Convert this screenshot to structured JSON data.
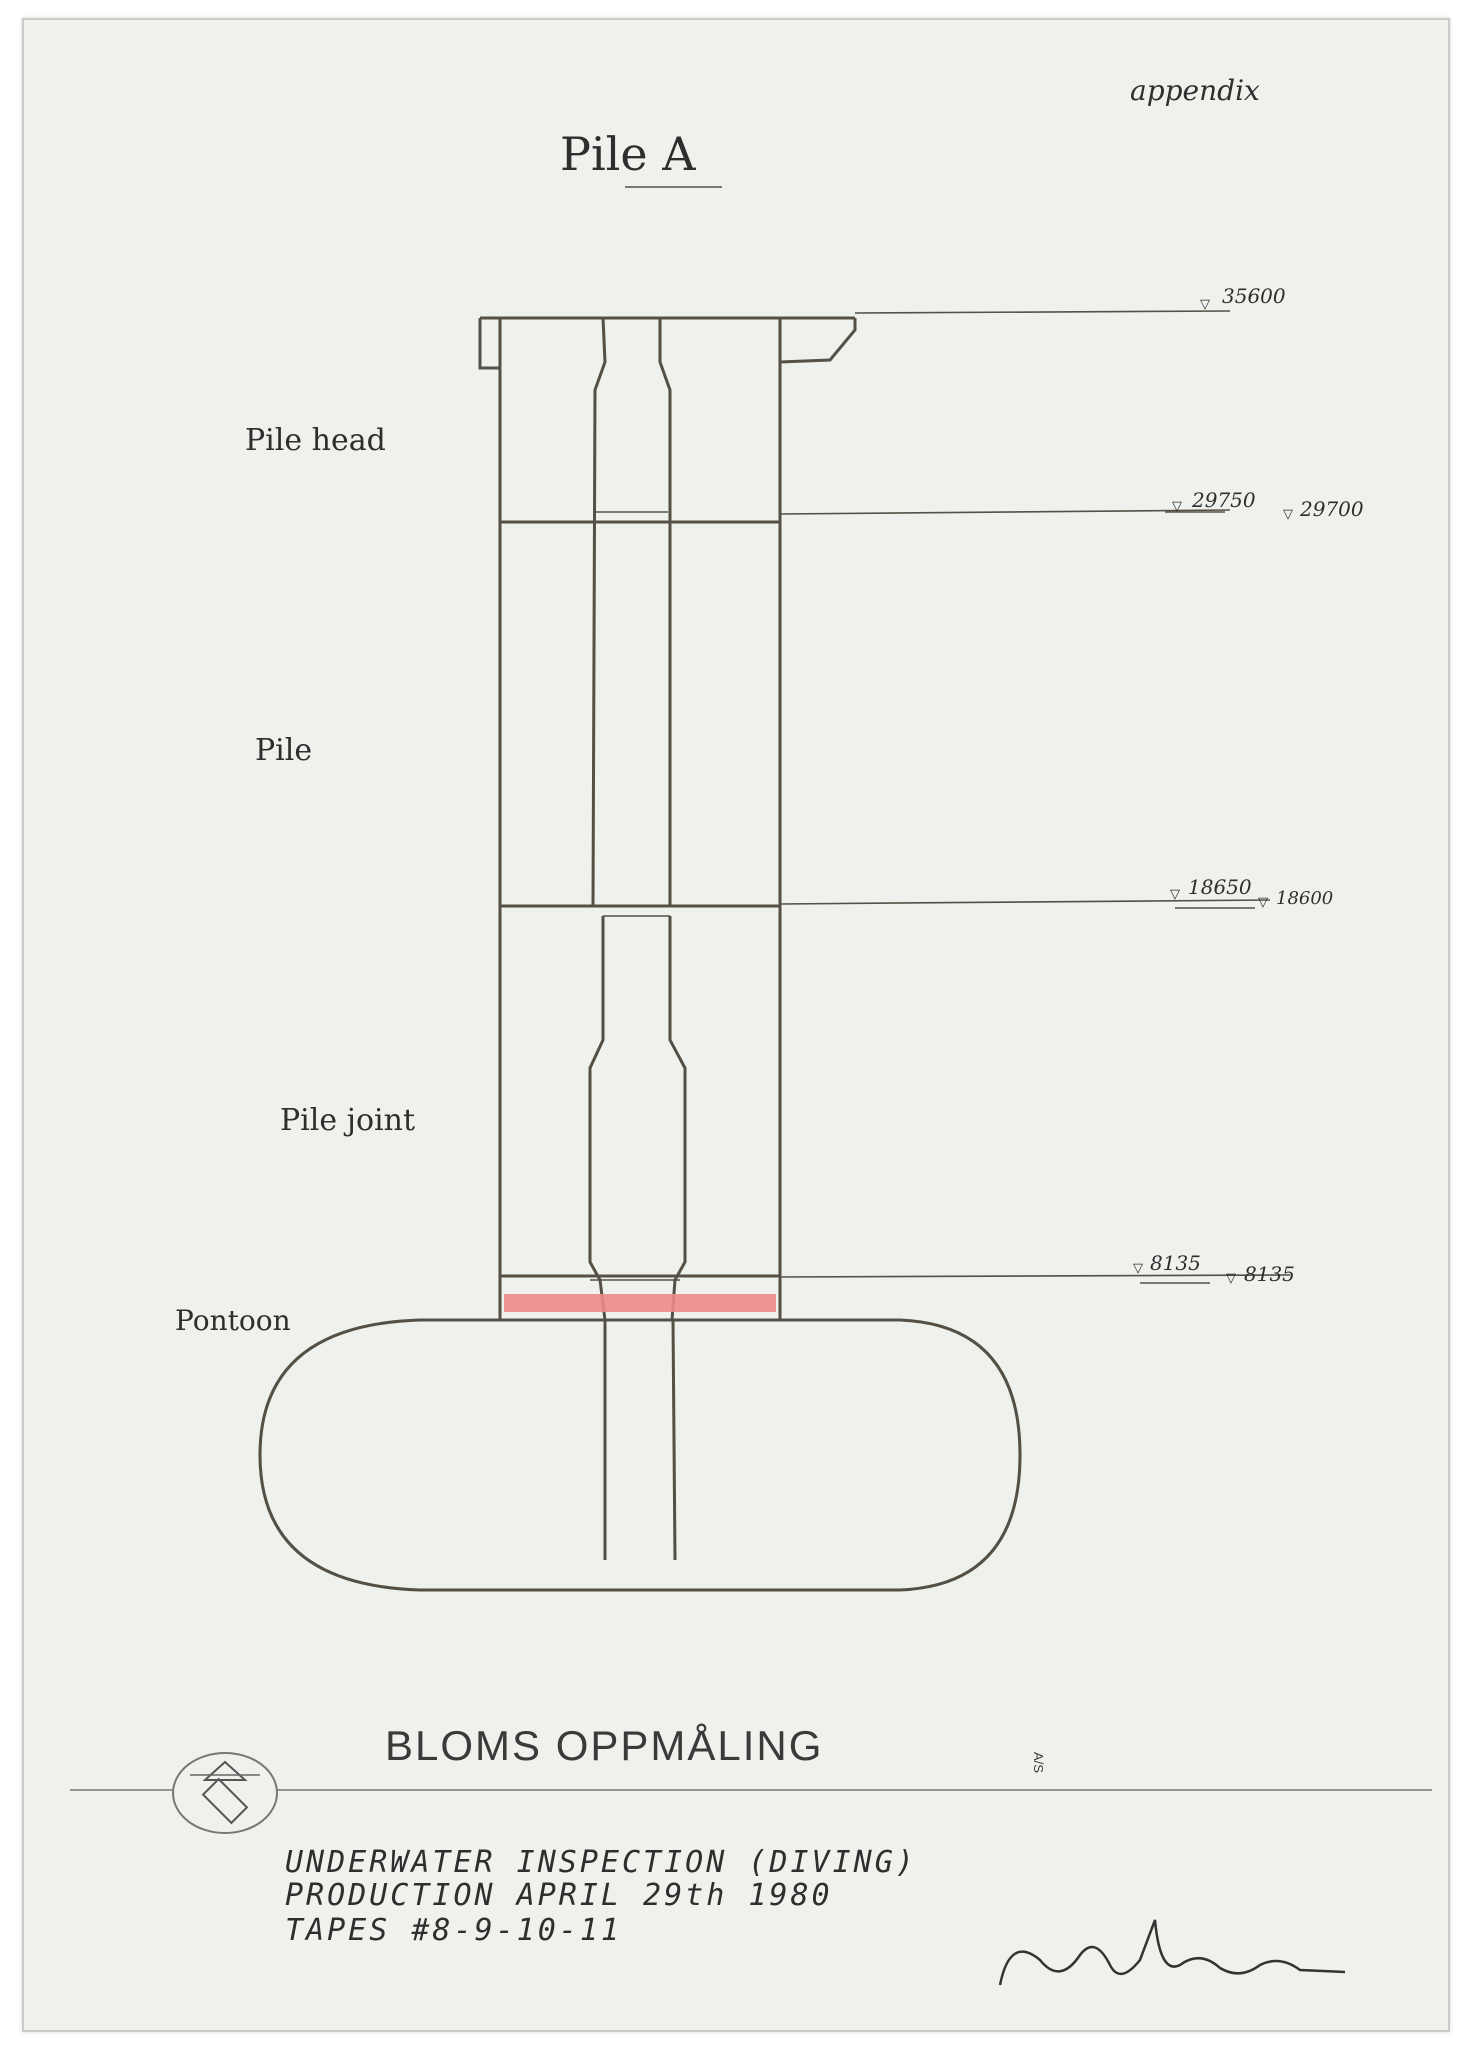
{
  "header": {
    "appendix_label": "appendix",
    "title": "Pile A"
  },
  "section_labels": {
    "pile_head": "Pile head",
    "pile": "Pile",
    "pile_joint": "Pile joint",
    "pontoon": "Pontoon"
  },
  "elevations": {
    "top": "35600",
    "pile_head_left": "29750",
    "pile_head_right": "29700",
    "pile_left": "18650",
    "pile_right": "18600",
    "joint_left": "8135",
    "joint_right": "8135"
  },
  "company": {
    "name": "BLOMS OPPMÅLING",
    "suffix": "A/S"
  },
  "notes": {
    "line1": "UNDERWATER INSPECTION (DIVING)",
    "line2": "PRODUCTION APRIL 29th 1980",
    "line3": "TAPES #8-9-10-11"
  },
  "colors": {
    "paper": "#eef1ec",
    "ink": "#555045",
    "highlight": "#f08a8a"
  }
}
